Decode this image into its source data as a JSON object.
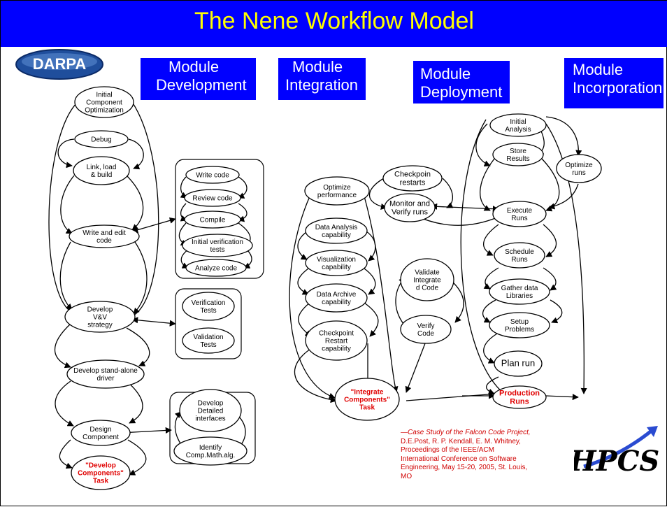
{
  "title": "The Nene Workflow Model",
  "logos": {
    "darpa": "DARPA",
    "hpcs": "HPCS"
  },
  "headers": [
    {
      "lines": [
        "Module",
        "Development"
      ]
    },
    {
      "lines": [
        "Module",
        "Integration"
      ]
    },
    {
      "lines": [
        "Module",
        "Deployment"
      ]
    },
    {
      "lines": [
        "Module",
        "Incorporation"
      ]
    }
  ],
  "development": {
    "main": [
      [
        "Initial",
        "Component",
        "Optimization"
      ],
      [
        "Debug"
      ],
      [
        "Link, load",
        "& build"
      ],
      [
        "Write and edit",
        "code"
      ],
      [
        "Develop",
        "V&V",
        "strategy"
      ],
      [
        "Develop stand-alone",
        "driver"
      ],
      [
        "Design",
        "Component"
      ]
    ],
    "task": [
      "\"Develop",
      "Components\"",
      "Task"
    ],
    "code_group": [
      [
        "Write code"
      ],
      [
        "Review code"
      ],
      [
        "Compile"
      ],
      [
        "Initial verification",
        "tests"
      ],
      [
        "Analyze code"
      ]
    ],
    "vv_group": [
      [
        "Verification",
        "Tests"
      ],
      [
        "Validation",
        "Tests"
      ]
    ],
    "design_group": [
      [
        "Develop",
        "Detailed",
        "interfaces"
      ],
      [
        "Identify",
        "Comp.Math.alg."
      ]
    ]
  },
  "integration": {
    "main": [
      [
        "Optimize",
        "performance"
      ],
      [
        "Data Analysis",
        "capability"
      ],
      [
        "Visualization",
        "capability"
      ],
      [
        "Data Archive",
        "capability"
      ],
      [
        "Checkpoint",
        "Restart",
        "capability"
      ]
    ],
    "task": [
      "\"Integrate",
      "Components\"",
      "Task"
    ],
    "side": [
      [
        "Validate",
        "Integrate",
        "d Code"
      ],
      [
        "Verify",
        "Code"
      ]
    ]
  },
  "deployment": {
    "side": [
      [
        "Checkpoin",
        "restarts"
      ],
      [
        "Monitor and",
        "Verify runs"
      ]
    ],
    "main": [
      [
        "Initial",
        "Analysis"
      ],
      [
        "Store",
        "Results"
      ],
      [
        "Execute",
        "Runs"
      ],
      [
        "Schedule",
        "Runs"
      ],
      [
        "Gather data",
        "Libraries"
      ],
      [
        "Setup",
        "Problems"
      ],
      [
        "Plan run"
      ]
    ],
    "task": [
      "Production",
      "Runs"
    ],
    "optimize": [
      "Optimize",
      "runs"
    ]
  },
  "citation": {
    "italic": "—Case Study of the Falcon Code Project,",
    "text": " D.E.Post, R. P. Kendall, E. M. Whitney, Proceedings of the IEEE/ACM International Conference on Software Engineering, May 15-20, 2005, St. Louis, MO"
  },
  "colors": {
    "title_bg": "#0000ff",
    "title_text": "#ffff00",
    "header_bg": "#0000ff",
    "task_text": "#e00000"
  }
}
